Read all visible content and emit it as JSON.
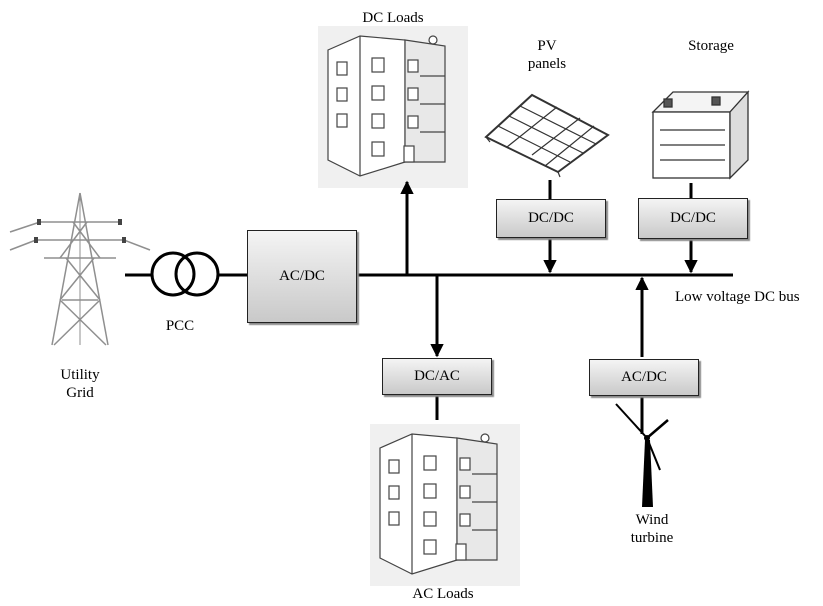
{
  "labels": {
    "dc_loads": "DC Loads",
    "pv_line1": "PV",
    "pv_line2": "panels",
    "storage": "Storage",
    "pcc": "PCC",
    "utility_line1": "Utility",
    "utility_line2": "Grid",
    "dc_bus": "Low voltage DC bus",
    "wind_line1": "Wind",
    "wind_line2": "turbine",
    "ac_loads": "AC Loads"
  },
  "converters": {
    "grid": "AC/DC",
    "pv": "DC/DC",
    "storage": "DC/DC",
    "ac_loads": "DC/AC",
    "wind": "AC/DC"
  },
  "colors": {
    "line": "#000000",
    "box_light": "#f4f4f4",
    "box_dark": "#c9c9c9"
  }
}
